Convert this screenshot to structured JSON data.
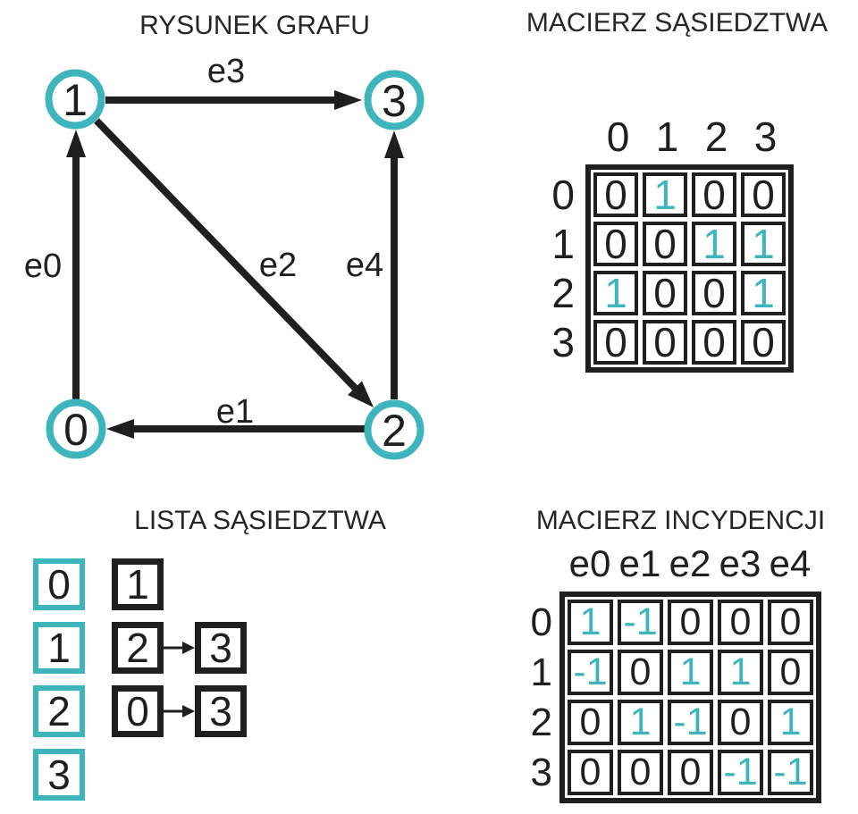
{
  "colors": {
    "accent": "#3eb5bc",
    "ink": "#1f1f1f"
  },
  "graph": {
    "title": "RYSUNEK GRAFU",
    "nodes": [
      {
        "label": "1"
      },
      {
        "label": "3"
      },
      {
        "label": "0"
      },
      {
        "label": "2"
      }
    ],
    "edge_labels": [
      "e0",
      "e1",
      "e2",
      "e3",
      "e4"
    ]
  },
  "adjacency_matrix": {
    "title": "MACIERZ SĄSIEDZTWA",
    "col_headers": [
      "0",
      "1",
      "2",
      "3"
    ],
    "row_headers": [
      "0",
      "1",
      "2",
      "3"
    ],
    "rows": [
      [
        {
          "v": "0",
          "c": 0
        },
        {
          "v": "1",
          "c": 1
        },
        {
          "v": "0",
          "c": 0
        },
        {
          "v": "0",
          "c": 0
        }
      ],
      [
        {
          "v": "0",
          "c": 0
        },
        {
          "v": "0",
          "c": 0
        },
        {
          "v": "1",
          "c": 1
        },
        {
          "v": "1",
          "c": 1
        }
      ],
      [
        {
          "v": "1",
          "c": 1
        },
        {
          "v": "0",
          "c": 0
        },
        {
          "v": "0",
          "c": 0
        },
        {
          "v": "1",
          "c": 1
        }
      ],
      [
        {
          "v": "0",
          "c": 0
        },
        {
          "v": "0",
          "c": 0
        },
        {
          "v": "0",
          "c": 0
        },
        {
          "v": "0",
          "c": 0
        }
      ]
    ]
  },
  "adjacency_list": {
    "title": "LISTA SĄSIEDZTWA",
    "rows": [
      {
        "node": "0",
        "neighbors": [
          "1"
        ]
      },
      {
        "node": "1",
        "neighbors": [
          "2",
          "3"
        ]
      },
      {
        "node": "2",
        "neighbors": [
          "0",
          "3"
        ]
      },
      {
        "node": "3",
        "neighbors": []
      }
    ]
  },
  "incidence_matrix": {
    "title": "MACIERZ INCYDENCJI",
    "col_headers": [
      "e0",
      "e1",
      "e2",
      "e3",
      "e4"
    ],
    "row_headers": [
      "0",
      "1",
      "2",
      "3"
    ],
    "rows": [
      [
        {
          "v": "1",
          "c": 1
        },
        {
          "v": "-1",
          "c": 1
        },
        {
          "v": "0",
          "c": 0
        },
        {
          "v": "0",
          "c": 0
        },
        {
          "v": "0",
          "c": 0
        }
      ],
      [
        {
          "v": "-1",
          "c": 1
        },
        {
          "v": "0",
          "c": 0
        },
        {
          "v": "1",
          "c": 1
        },
        {
          "v": "1",
          "c": 1
        },
        {
          "v": "0",
          "c": 0
        }
      ],
      [
        {
          "v": "0",
          "c": 0
        },
        {
          "v": "1",
          "c": 1
        },
        {
          "v": "-1",
          "c": 1
        },
        {
          "v": "0",
          "c": 0
        },
        {
          "v": "1",
          "c": 1
        }
      ],
      [
        {
          "v": "0",
          "c": 0
        },
        {
          "v": "0",
          "c": 0
        },
        {
          "v": "0",
          "c": 0
        },
        {
          "v": "-1",
          "c": 1
        },
        {
          "v": "-1",
          "c": 1
        }
      ]
    ]
  }
}
